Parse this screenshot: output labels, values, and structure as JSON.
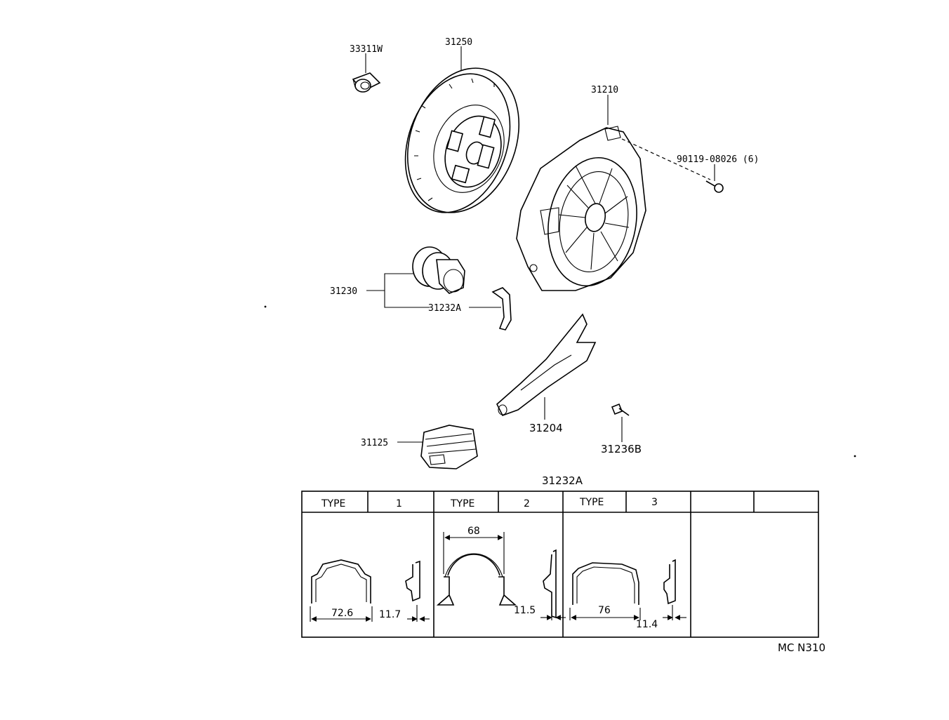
{
  "parts": {
    "p33311w": "33311W",
    "p31250": "31250",
    "p31210": "31210",
    "p90119": "90119-08026 (6)",
    "p31230": "31230",
    "p31232a": "31232A",
    "p31204": "31204",
    "p31236b": "31236B",
    "p31125": "31125"
  },
  "table": {
    "title": "31232A",
    "header": [
      {
        "type_label": "TYPE",
        "type_value": "1"
      },
      {
        "type_label": "TYPE",
        "type_value": "2"
      },
      {
        "type_label": "TYPE",
        "type_value": "3"
      },
      {
        "type_label": "",
        "type_value": ""
      }
    ],
    "type1": {
      "width": "72.6",
      "depth": "11.7"
    },
    "type2": {
      "width": "68",
      "depth": "11.5"
    },
    "type3": {
      "width": "76",
      "depth": "11.4"
    }
  },
  "footer_code": "MC N310"
}
